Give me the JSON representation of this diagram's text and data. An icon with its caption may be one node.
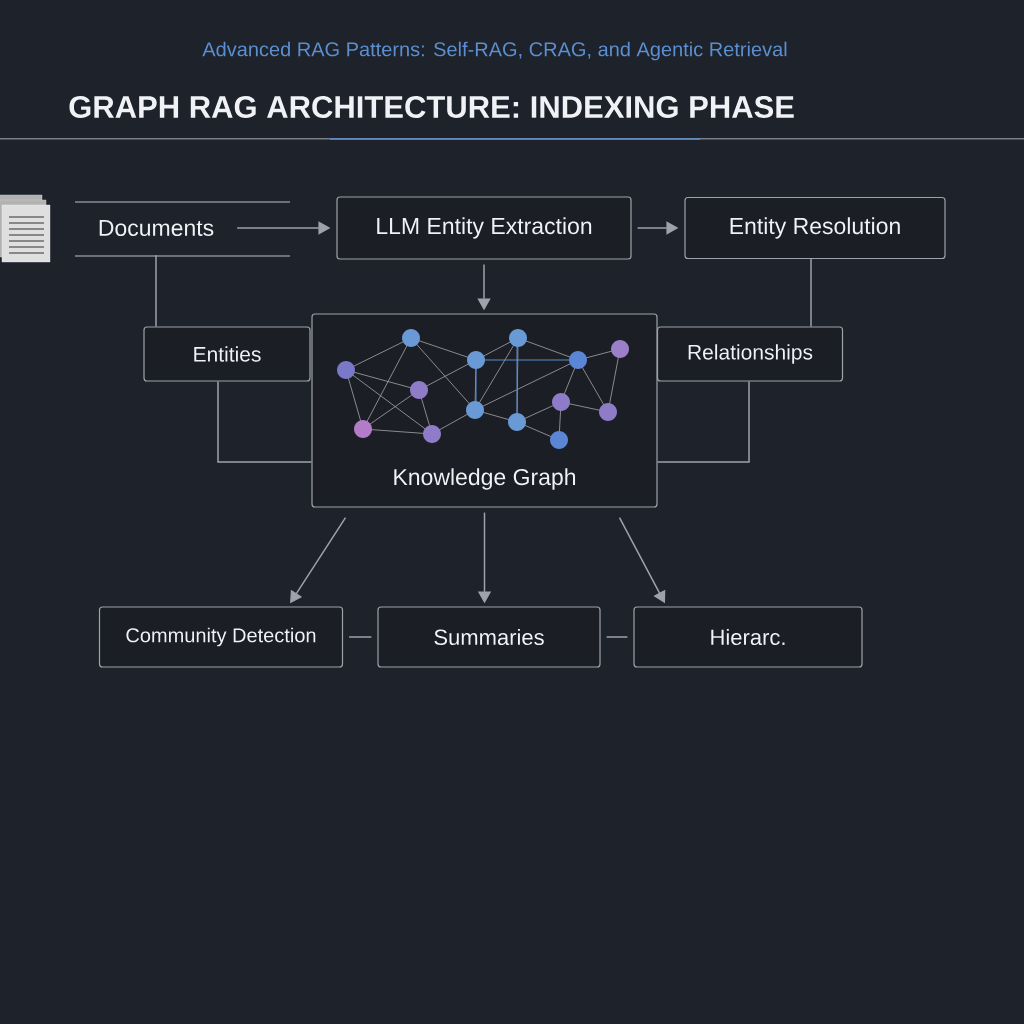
{
  "diagram": {
    "title": "GRAPH RAG ARCHITECTURE: INDEXING PHASE",
    "nodes": [
      {
        "text": [
          "Documents"
        ]
      },
      {
        "text": [
          "LLM Entity Extraction"
        ]
      },
      {
        "text": [
          "Entity Resolution"
        ]
      },
      {
        "text": [
          "Entities"
        ]
      },
      {
        "text": [
          "Knowledge Graph"
        ]
      },
      {
        "text": [
          "Relationships"
        ]
      },
      {
        "text": [
          "Community Detection"
        ]
      },
      {
        "text": [
          "Summaries"
        ]
      },
      {
        "text": [
          "Hierarc."
        ]
      }
    ],
    "edges": [
      {
        "from": 0,
        "to": 1,
        "arrow": "to"
      },
      {
        "from": 1,
        "to": 2,
        "arrow": "to"
      },
      {
        "from": 1,
        "to": 4,
        "arrow": "to"
      },
      {
        "from": 0,
        "to": 3,
        "arrow": "none"
      },
      {
        "from": 3,
        "to": 4,
        "arrow": "none"
      },
      {
        "from": 2,
        "to": 5,
        "arrow": "none"
      },
      {
        "from": 5,
        "to": 4,
        "arrow": "none"
      },
      {
        "from": 4,
        "to": 6,
        "arrow": "to"
      },
      {
        "from": 4,
        "to": 7,
        "arrow": "to"
      },
      {
        "from": 4,
        "to": 8,
        "arrow": "to"
      },
      {
        "from": 6,
        "to": 7,
        "arrow": "none"
      },
      {
        "from": 7,
        "to": 8,
        "arrow": "none"
      }
    ],
    "labels": [
      "Advanced RAG Patterns: Self-RAG, CRAG, and Agentic Retrieval"
    ]
  }
}
